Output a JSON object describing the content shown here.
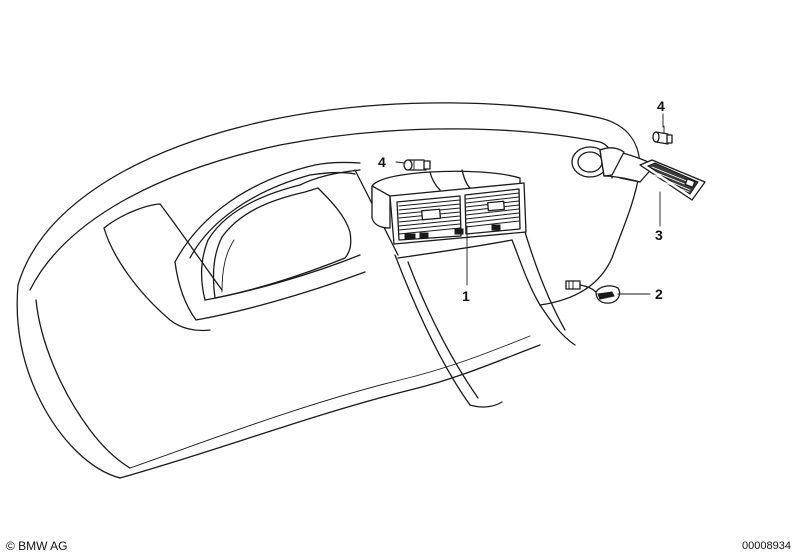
{
  "callouts": [
    {
      "label": "1"
    },
    {
      "label": "2"
    },
    {
      "label": "3"
    },
    {
      "label": "4"
    },
    {
      "label": "4"
    }
  ],
  "footer": {
    "copyright": "© BMW AG",
    "doc_number": "00008934"
  }
}
